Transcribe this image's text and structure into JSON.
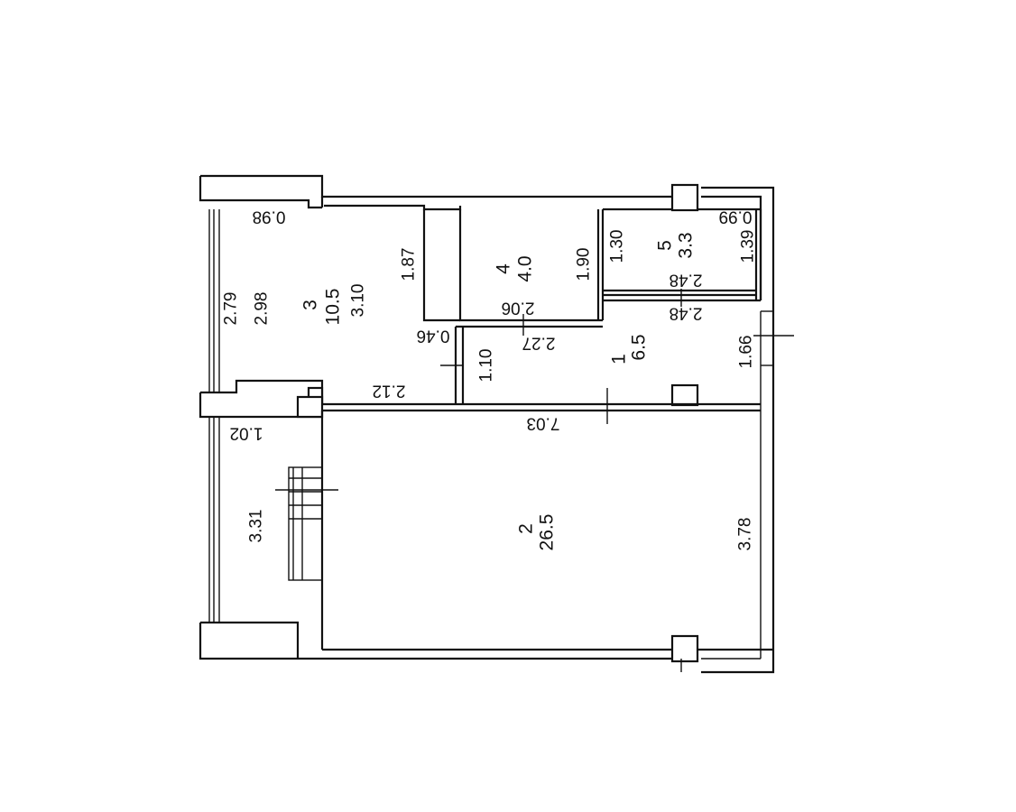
{
  "rooms": [
    {
      "number": "1",
      "area": "6.5"
    },
    {
      "number": "2",
      "area": "26.5"
    },
    {
      "number": "3",
      "area": "10.5"
    },
    {
      "number": "4",
      "area": "4.0"
    },
    {
      "number": "5",
      "area": "3.3"
    }
  ],
  "dimensions": {
    "d_098": "0.98",
    "d_279": "2.79",
    "d_298": "2.98",
    "d_310": "3.10",
    "d_187": "1.87",
    "d_190": "1.90",
    "d_206": "2.06",
    "d_130": "1.30",
    "d_099": "0.99",
    "d_139": "1.39",
    "d_248a": "2.48",
    "d_248b": "2.48",
    "d_046": "0.46",
    "d_227": "2.27",
    "d_110": "1.10",
    "d_166": "1.66",
    "d_212": "2.12",
    "d_703": "7.03",
    "d_102": "1.02",
    "d_331": "3.31",
    "d_378": "3.78"
  }
}
